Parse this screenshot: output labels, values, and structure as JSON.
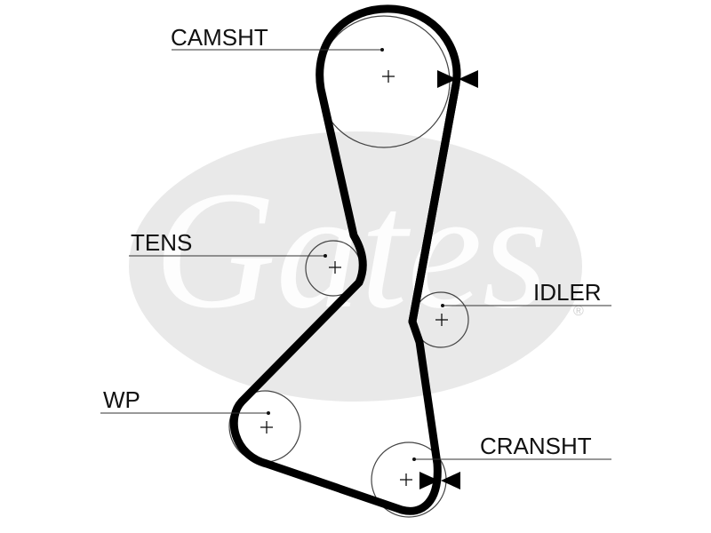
{
  "diagram": {
    "type": "timing-belt-routing",
    "colors": {
      "belt": "#000000",
      "pulley": "#444444",
      "text": "#111111",
      "watermark": "#e9e9e9",
      "background": "#ffffff"
    },
    "watermark": {
      "text": "Gates",
      "shape": "ellipse-logo",
      "registered_mark": "®"
    },
    "pulleys": [
      {
        "id": "camsht",
        "label": "CAMSHT",
        "has_timing_mark": true
      },
      {
        "id": "tens",
        "label": "TENS",
        "has_timing_mark": false
      },
      {
        "id": "idler",
        "label": "IDLER",
        "has_timing_mark": false
      },
      {
        "id": "wp",
        "label": "WP",
        "has_timing_mark": false
      },
      {
        "id": "cransht",
        "label": "CRANSHT",
        "has_timing_mark": true
      }
    ],
    "icons": [
      "crosshair-icon",
      "timing-mark-icon"
    ]
  }
}
